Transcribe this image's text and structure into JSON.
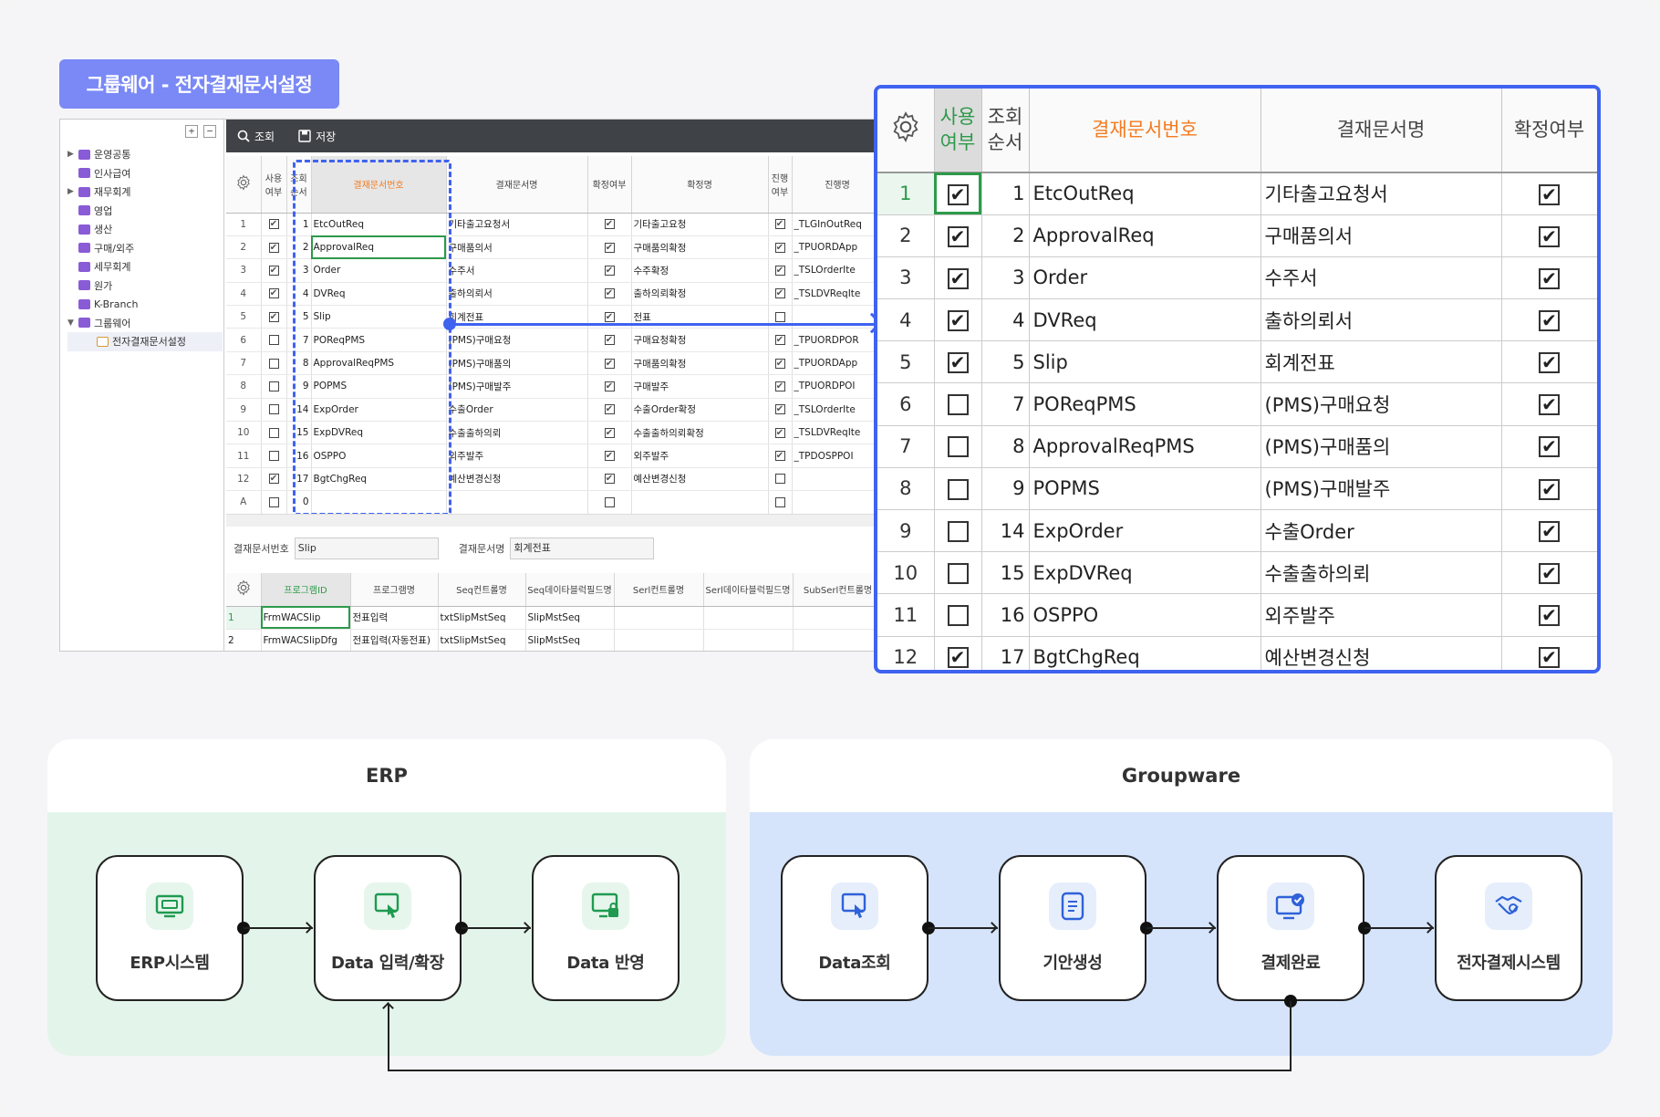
{
  "title_badge": "그룹웨어 - 전자결재문서설정",
  "tree": {
    "tools": [
      "+",
      "−"
    ],
    "items": [
      {
        "label": "운영공통",
        "expand": "▶"
      },
      {
        "label": "인사급여",
        "expand": ""
      },
      {
        "label": "재무회계",
        "expand": "▶"
      },
      {
        "label": "영업",
        "expand": ""
      },
      {
        "label": "생산",
        "expand": ""
      },
      {
        "label": "구매/외주",
        "expand": ""
      },
      {
        "label": "세무회계",
        "expand": ""
      },
      {
        "label": "원가",
        "expand": ""
      },
      {
        "label": "K-Branch",
        "expand": ""
      },
      {
        "label": "그룹웨어",
        "expand": "▼"
      }
    ],
    "sub_item": "전자결재문서설정"
  },
  "toolbar": {
    "search": "조회",
    "save": "저장"
  },
  "grid": {
    "headers": [
      "사용여부",
      "조회순서",
      "결재문서번호",
      "결재문서명",
      "확정여부",
      "확정명",
      "진행여부",
      "진행명"
    ],
    "rows": [
      {
        "n": "1",
        "use": true,
        "ord": "1",
        "code": "EtcOutReq",
        "name": "기타출고요청서",
        "conf": true,
        "cname": "기타출고요청",
        "prog": true,
        "pname": "_TLGInOutReq"
      },
      {
        "n": "2",
        "use": true,
        "ord": "2",
        "code": "ApprovalReq",
        "name": "구매품의서",
        "conf": true,
        "cname": "구매품의확정",
        "prog": true,
        "pname": "_TPUORDApp"
      },
      {
        "n": "3",
        "use": true,
        "ord": "3",
        "code": "Order",
        "name": "수주서",
        "conf": true,
        "cname": "수주확정",
        "prog": true,
        "pname": "_TSLOrderIte"
      },
      {
        "n": "4",
        "use": true,
        "ord": "4",
        "code": "DVReq",
        "name": "출하의뢰서",
        "conf": true,
        "cname": "출하의뢰확정",
        "prog": true,
        "pname": "_TSLDVReqIte"
      },
      {
        "n": "5",
        "use": true,
        "ord": "5",
        "code": "Slip",
        "name": "회계전표",
        "conf": true,
        "cname": "전표",
        "prog": false,
        "pname": ""
      },
      {
        "n": "6",
        "use": false,
        "ord": "7",
        "code": "POReqPMS",
        "name": "(PMS)구매요청",
        "conf": true,
        "cname": "구매요청확정",
        "prog": true,
        "pname": "_TPUORDPOR"
      },
      {
        "n": "7",
        "use": false,
        "ord": "8",
        "code": "ApprovalReqPMS",
        "name": "(PMS)구매품의",
        "conf": true,
        "cname": "구매품의확정",
        "prog": true,
        "pname": "_TPUORDApp"
      },
      {
        "n": "8",
        "use": false,
        "ord": "9",
        "code": "POPMS",
        "name": "(PMS)구매발주",
        "conf": true,
        "cname": "구매발주",
        "prog": true,
        "pname": "_TPUORDPOI"
      },
      {
        "n": "9",
        "use": false,
        "ord": "14",
        "code": "ExpOrder",
        "name": "수출Order",
        "conf": true,
        "cname": "수출Order확정",
        "prog": true,
        "pname": "_TSLOrderIte"
      },
      {
        "n": "10",
        "use": false,
        "ord": "15",
        "code": "ExpDVReq",
        "name": "수출출하의뢰",
        "conf": true,
        "cname": "수출출하의뢰확정",
        "prog": true,
        "pname": "_TSLDVReqIte"
      },
      {
        "n": "11",
        "use": false,
        "ord": "16",
        "code": "OSPPO",
        "name": "외주발주",
        "conf": true,
        "cname": "외주발주",
        "prog": true,
        "pname": "_TPDOSPPOI"
      },
      {
        "n": "12",
        "use": true,
        "ord": "17",
        "code": "BgtChgReq",
        "name": "예산변경신청",
        "conf": true,
        "cname": "예산변경신청",
        "prog": false,
        "pname": ""
      },
      {
        "n": "A",
        "use": false,
        "ord": "0",
        "code": "",
        "name": "",
        "conf": false,
        "cname": "",
        "prog": false,
        "pname": ""
      }
    ]
  },
  "form": {
    "code_label": "결재문서번호",
    "code_value": "Slip",
    "name_label": "결재문서명",
    "name_value": "회계전표"
  },
  "grid2": {
    "headers": [
      "프로그램ID",
      "프로그램명",
      "Seq컨트롤명",
      "Seq데이타블럭필드명",
      "Serl컨트롤명",
      "Serl데이타블럭필드명",
      "SubSerl컨트롤명"
    ],
    "rows": [
      {
        "n": "1",
        "pid": "FrmWACSlip",
        "pname": "전표입력",
        "seqc": "txtSlipMstSeq",
        "seqd": "SlipMstSeq"
      },
      {
        "n": "2",
        "pid": "FrmWACSlipDfg",
        "pname": "전표입력(자동전표)",
        "seqc": "txtSlipMstSeq",
        "seqd": "SlipMstSeq"
      }
    ]
  },
  "zoom": {
    "headers": {
      "use": "사용\n여부",
      "ord": "조회\n순서",
      "code": "결재문서번호",
      "name": "결재문서명",
      "conf": "확정여부"
    },
    "check_mark": "✔"
  },
  "flow": {
    "erp": {
      "title": "ERP",
      "nodes": [
        "ERP시스템",
        "Data 입력/확장",
        "Data 반영"
      ]
    },
    "groupware": {
      "title": "Groupware",
      "nodes": [
        "Data조회",
        "기안생성",
        "결제완료",
        "전자결제시스템"
      ]
    }
  },
  "colors": {
    "accent_blue": "#3f62f0",
    "badge": "#7a89f6",
    "green": "#2d9a4a",
    "orange": "#f47b20",
    "erp_bg": "#e3f5ea",
    "gw_bg": "#d5e4fb"
  }
}
